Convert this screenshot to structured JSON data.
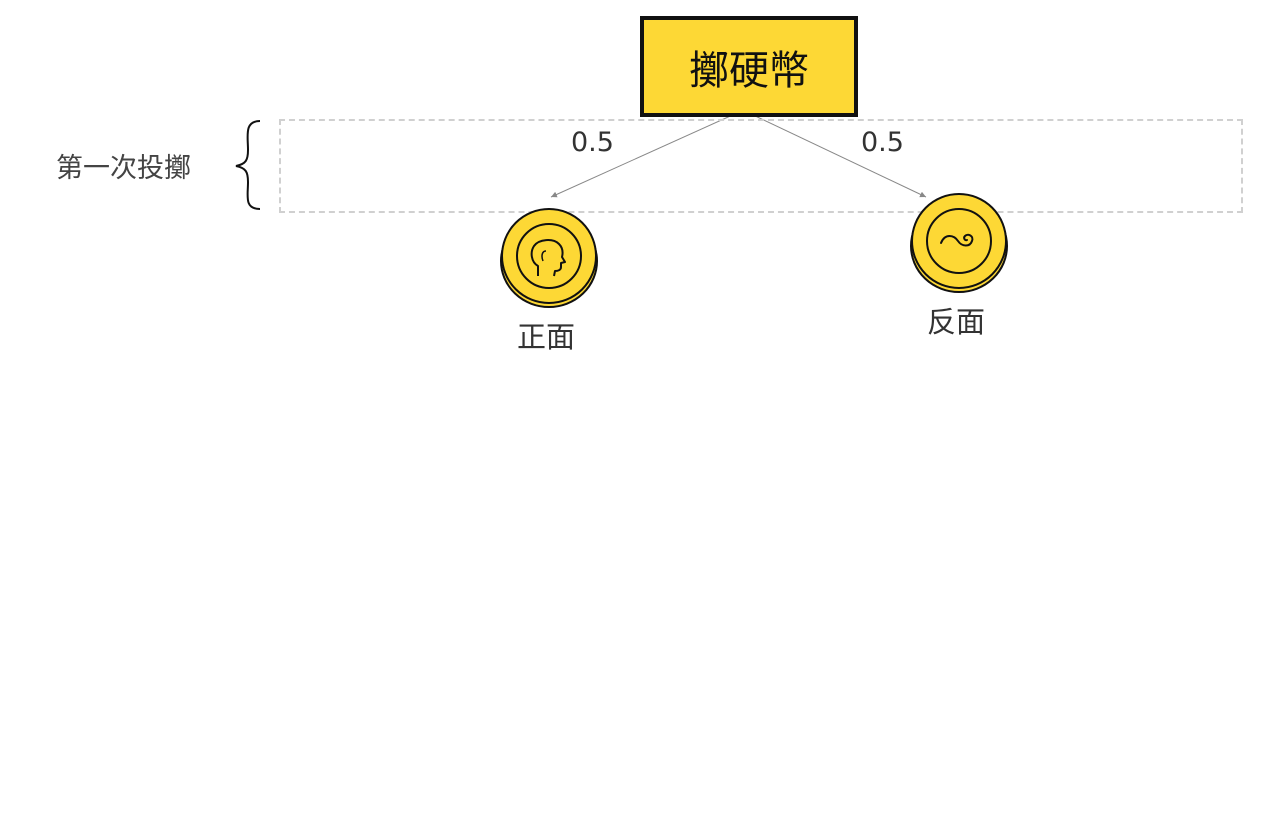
{
  "root": {
    "label": "擲硬幣",
    "fill": "#fdd835",
    "border": "#111111"
  },
  "level": {
    "label": "第一次投擲"
  },
  "branches": [
    {
      "probability": "0.5",
      "outcome": "正面",
      "icon": "coin-head-icon"
    },
    {
      "probability": "0.5",
      "outcome": "反面",
      "icon": "coin-tail-icon"
    }
  ],
  "colors": {
    "coin_fill": "#fdd835",
    "coin_stroke": "#111111",
    "link": "#888888",
    "band": "#d0d0d0"
  }
}
